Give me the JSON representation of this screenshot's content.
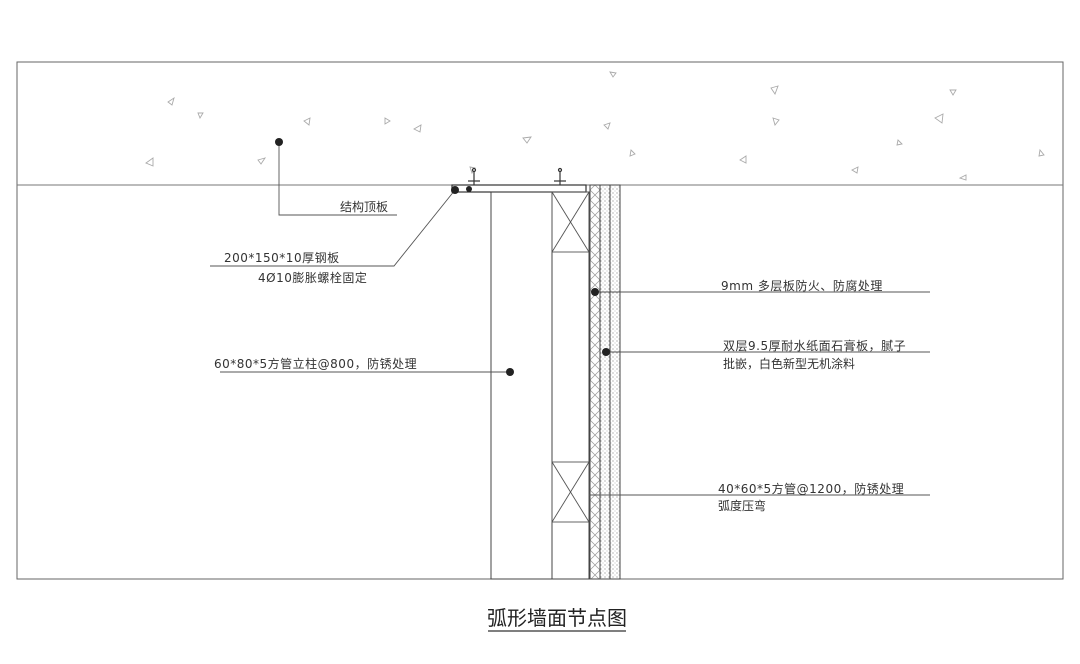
{
  "title": "弧形墙面节点图",
  "labels": {
    "structure_slab": "结构顶板",
    "steel_plate_line1": "200*150*10厚钢板",
    "steel_plate_line2": "4Ø10膨胀螺栓固定",
    "column": "60*80*5方管立柱@800，防锈处理",
    "plywood": "9mm 多层板防火、防腐处理",
    "gypsum_line1": "双层9.5厚耐水纸面石膏板，腻子",
    "gypsum_line2": "批嵌，白色新型无机涂料",
    "tube_line1": "40*60*5方管@1200，防锈处理",
    "tube_line2": "弧度压弯"
  },
  "colors": {
    "line": "#555555",
    "hatch": "#999999",
    "dot": "#222222",
    "concrete_mark": "#aaaaaa"
  }
}
